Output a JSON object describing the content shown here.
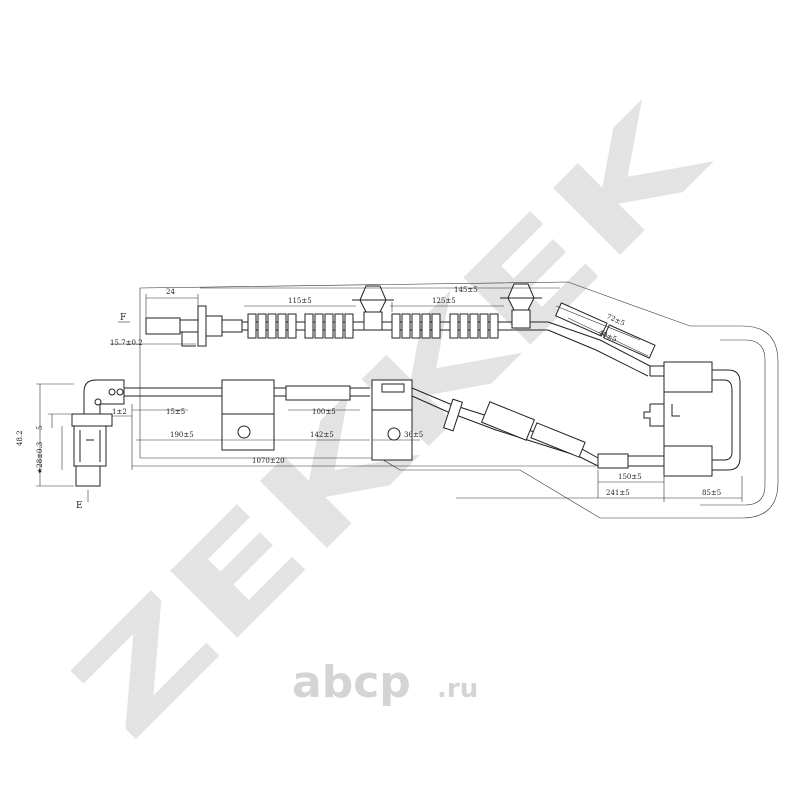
{
  "watermark": {
    "brand_text": "ZEKKEK",
    "site_main": "abcp",
    "site_suffix": ".ru"
  },
  "views": {
    "connector_f": "F",
    "sensor_e": "E"
  },
  "dimensions": {
    "d24": "24",
    "d145": "145±5",
    "d115": "115±5",
    "d125": "125±5",
    "d72": "72±5",
    "d40": "40±5",
    "d15_7": "15.7±0.2",
    "d5": "5",
    "d48_2": "48.2",
    "d28": "★28±0.3",
    "d1": "1±2",
    "d15": "15±5",
    "d100": "100±5",
    "d190": "190±5",
    "d142": "142±5",
    "d36": "36±5",
    "d1070": "1070±20",
    "d150": "150±5",
    "d241": "241±5",
    "d85": "85±5"
  }
}
